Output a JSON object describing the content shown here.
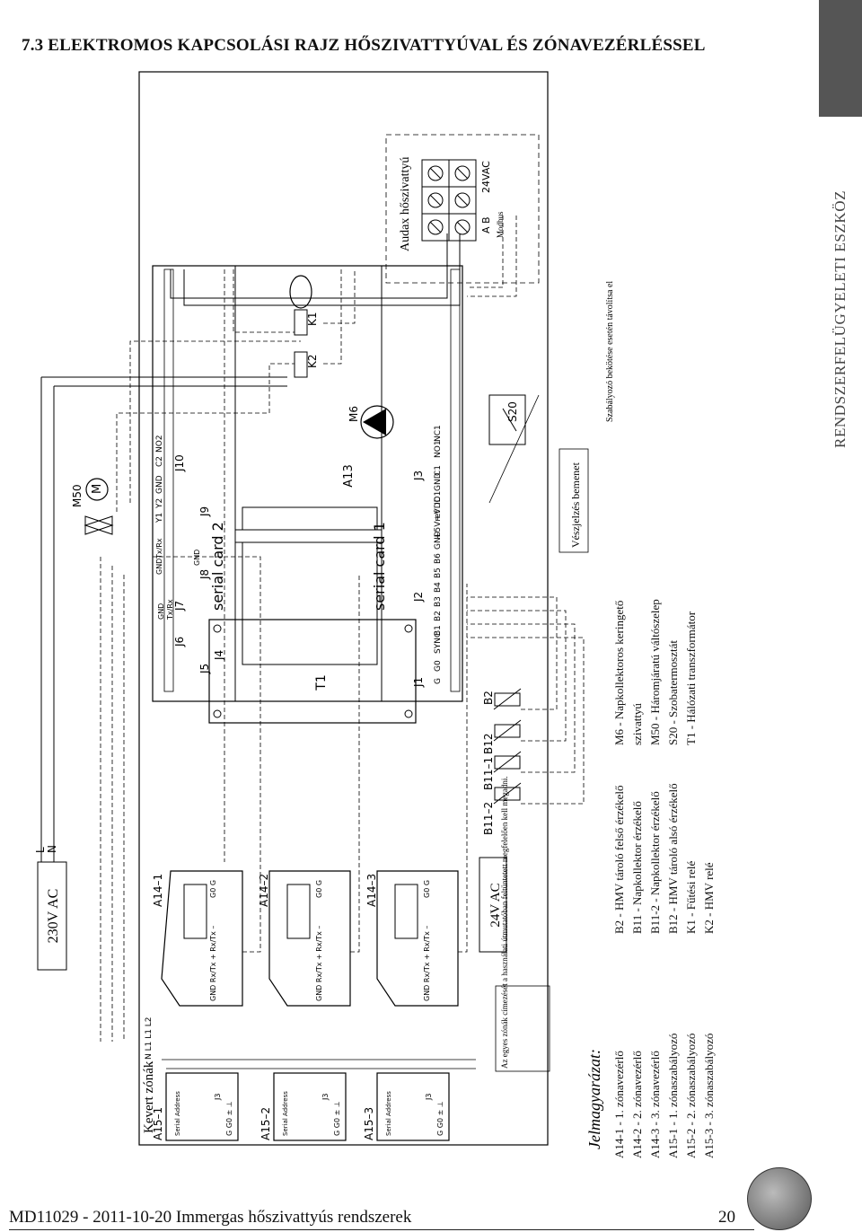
{
  "page": {
    "title": "7.3 ELEKTROMOS KAPCSOLÁSI RAJZ HŐSZIVATTYÚVAL ÉS ZÓNAVEZÉRLÉSSEL",
    "side_label": "RENDSZERFELÜGYELETI ESZKÖZ",
    "footer_doc": "MD11029 - 2011-10-20 Immergas hőszivattyús rendszerek",
    "footer_page": "20"
  },
  "diagram": {
    "power_label": "230V AC",
    "line_L": "L",
    "line_N": "N",
    "ac24_label": "24V AC",
    "zones_label": "Kevert zónák",
    "zone_note": "Az egyes zónák címezését a használati útmutatóban feltüntetett megfelelően kell megadni.",
    "bus_labels": "N  L1  L1  L2",
    "thermostats": [
      "A14–1",
      "A14–2",
      "A14–3"
    ],
    "regulators": [
      "A15–1",
      "A15–2",
      "A15–3"
    ],
    "reg_port_label": "J3",
    "reg_terminals": "G  G0  ±  ⊥",
    "reg_serial": "Serial Address",
    "therm_g": "G0  G",
    "therm_terms": "GND  Rx/Tx +  Rx/Tx –",
    "transformer": "T1",
    "controller": "A13",
    "card1": "serial card 1",
    "card2": "serial card 2",
    "connectors": [
      "J1",
      "J2",
      "J3",
      "J4",
      "J5",
      "J6",
      "J7",
      "J8",
      "J9",
      "J10"
    ],
    "sensors": [
      "B11–2",
      "B11–1",
      "B12",
      "B2"
    ],
    "j2_pins": [
      "G",
      "G0",
      "SYNC",
      "B1",
      "B2",
      "B3",
      "B4",
      "B5",
      "B6",
      "GND",
      "+5Vref",
      "+VDC",
      "ID1",
      "GND",
      "C1",
      "NO1",
      "NC1"
    ],
    "j9_pins": [
      "Y1",
      "Y2",
      "GND",
      "C2",
      "NO2"
    ],
    "j6_pins": [
      "GND",
      "Tx/Rx"
    ],
    "j8_pins": [
      "GND",
      "Tx/Rx",
      "GND"
    ],
    "pump": "M6",
    "valve": "M50",
    "motor_letter": "M",
    "switch": "S20",
    "relays": [
      "K2",
      "K1"
    ],
    "emergency": "Vészjelzés bemenet",
    "regulator_note": "Szabályozó bekötése esetén távolítsa el",
    "heatpump": "Audax hőszivattyú",
    "modbus": "Modbus",
    "term_ab": "A  B",
    "term_24vac": "24VAC"
  },
  "legend": {
    "title": "Jelmagyarázat:",
    "col1": [
      "A14-1 - 1. zónavezérlő",
      "A14-2 - 2. zónavezérlő",
      "A14-3 - 3. zónavezérlő",
      "A15-1 - 1. zónaszabályozó",
      "A15-2 - 2. zónaszabályozó",
      "A15-3 - 3. zónaszabályozó"
    ],
    "col2": [
      "B2 - HMV tároló felső érzékelő",
      "B11 - Napkollektor érzékelő",
      "B11-2 - Napkollektor érzékelő",
      "B12 - HMV tároló alsó érzékelő",
      "K1 - Fűtési relé",
      "K2 - HMV relé"
    ],
    "col3": [
      "M6 - Napkollektoros keringető szivattyú",
      "M50 - Háromjáratú váltószelep",
      "S20 - Szobatermosztát",
      "T1 - Hálózati transzformátor"
    ]
  }
}
